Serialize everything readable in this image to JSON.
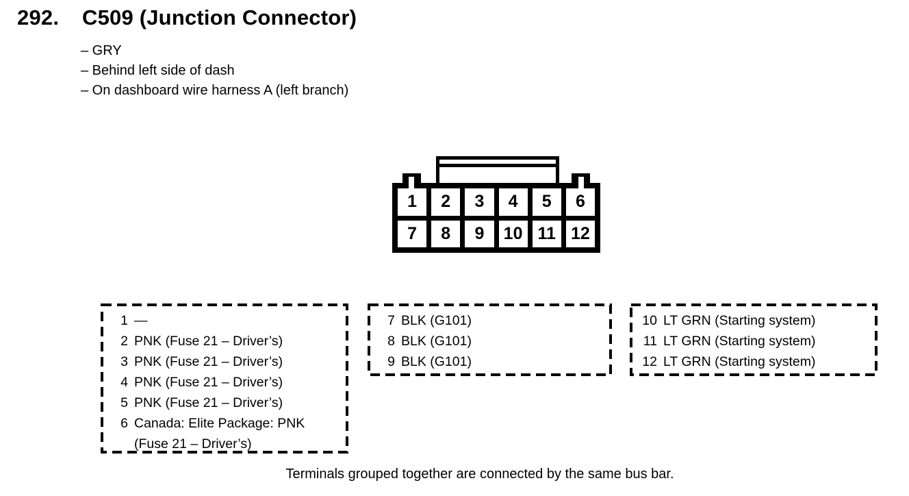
{
  "header": {
    "index": "292.",
    "title": "C509 (Junction Connector)",
    "details": [
      "– GRY",
      "– Behind left side of dash",
      "– On dashboard wire harness A (left branch)"
    ]
  },
  "connector_diagram": {
    "name": "C509",
    "kind": "12-pin junction connector, 2 rows x 6 columns",
    "pins": [
      "1",
      "2",
      "3",
      "4",
      "5",
      "6",
      "7",
      "8",
      "9",
      "10",
      "11",
      "12"
    ]
  },
  "pin_tables": [
    {
      "rows": [
        {
          "pin": "1",
          "wire": "—"
        },
        {
          "pin": "2",
          "wire": "PNK (Fuse 21 – Driver’s)"
        },
        {
          "pin": "3",
          "wire": "PNK (Fuse 21 – Driver’s)"
        },
        {
          "pin": "4",
          "wire": "PNK (Fuse 21 – Driver’s)"
        },
        {
          "pin": "5",
          "wire": "PNK (Fuse 21 – Driver’s)"
        },
        {
          "pin": "6",
          "wire": "Canada: Elite Package: PNK\n(Fuse 21 – Driver’s)"
        }
      ]
    },
    {
      "rows": [
        {
          "pin": "7",
          "wire": "BLK (G101)"
        },
        {
          "pin": "8",
          "wire": "BLK (G101)"
        },
        {
          "pin": "9",
          "wire": "BLK (G101)"
        }
      ]
    },
    {
      "rows": [
        {
          "pin": "10",
          "wire": "LT GRN (Starting system)"
        },
        {
          "pin": "11",
          "wire": "LT GRN (Starting system)"
        },
        {
          "pin": "12",
          "wire": "LT GRN (Starting system)"
        }
      ]
    }
  ],
  "footnote": "Terminals grouped together are connected by the same bus bar.",
  "colors": {
    "ink": "#000000",
    "paper": "#ffffff"
  }
}
